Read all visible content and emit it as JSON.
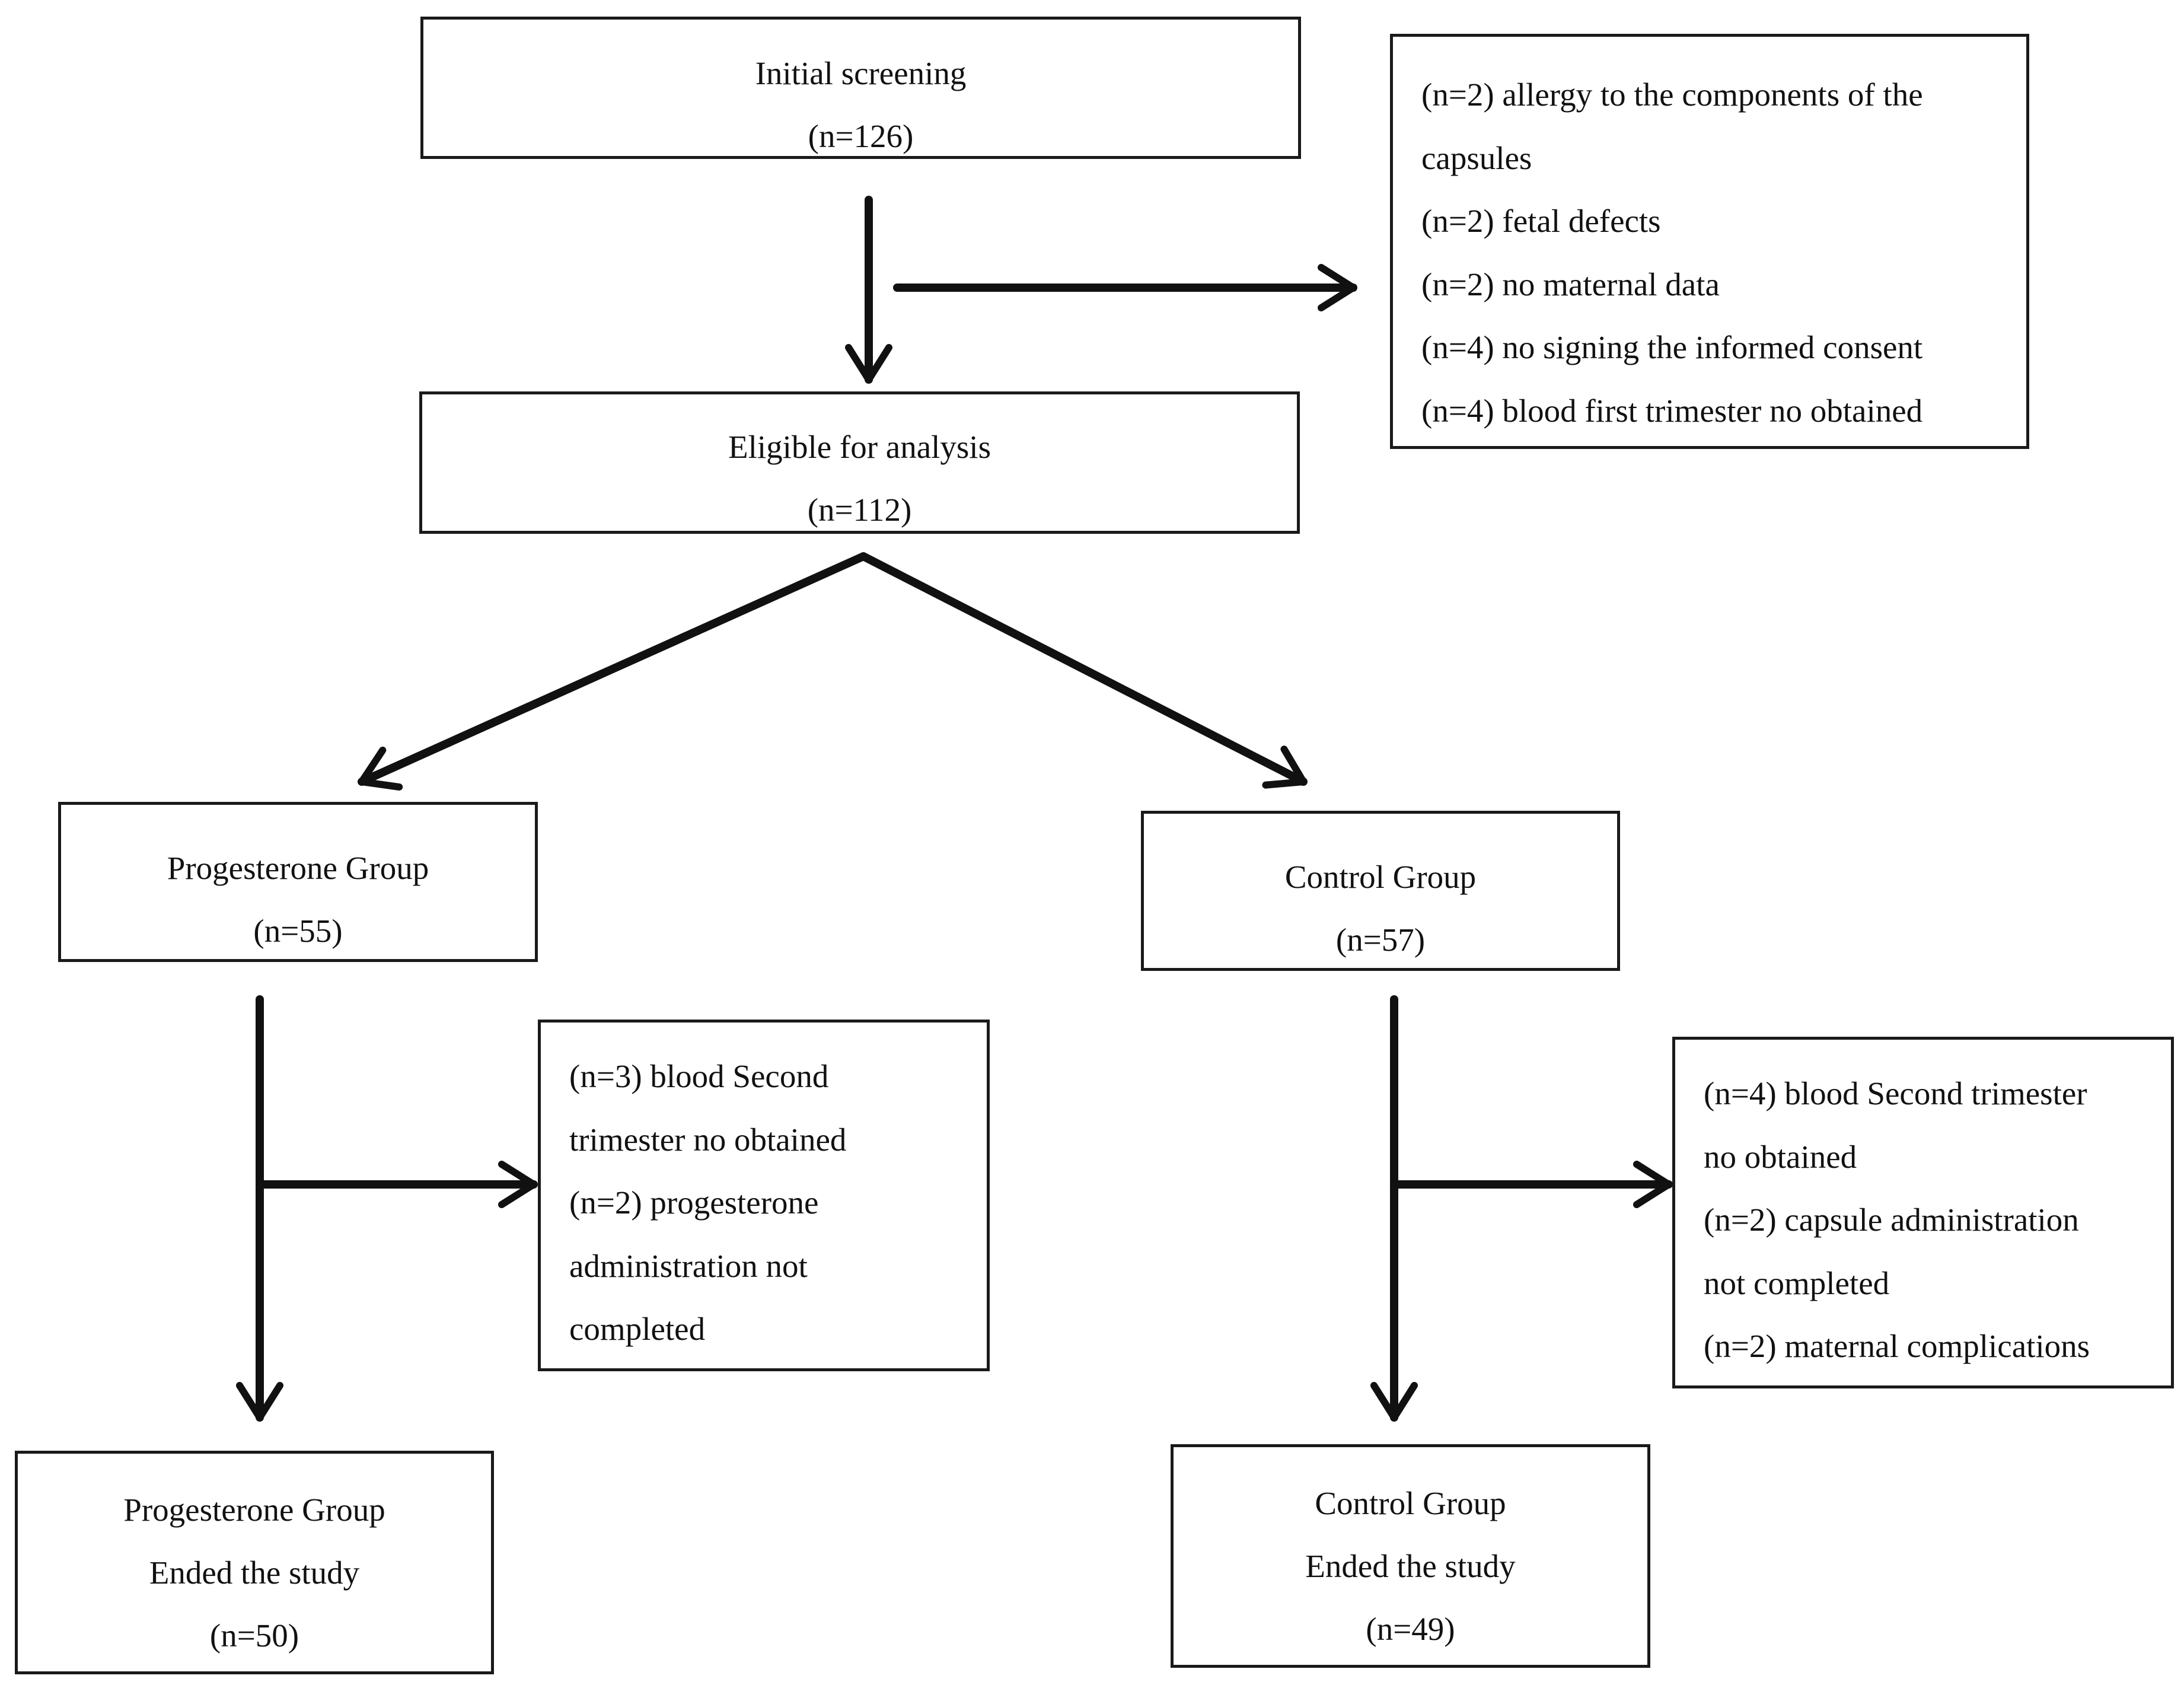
{
  "nodes": {
    "initial_screening": {
      "title": "Initial screening",
      "count": "(n=126)"
    },
    "eligible": {
      "title": "Eligible for analysis",
      "count": "(n=112)"
    },
    "progesterone_group": {
      "title": "Progesterone Group",
      "count": "(n=55)"
    },
    "control_group": {
      "title": "Control Group",
      "count": "(n=57)"
    },
    "progesterone_end": {
      "title": "Progesterone Group",
      "subtitle": "Ended the study",
      "count": "(n=50)"
    },
    "control_end": {
      "title": "Control Group",
      "subtitle": "Ended the study",
      "count": "(n=49)"
    }
  },
  "exclusions": {
    "initial": [
      "(n=2) allergy to the components of the",
      "capsules",
      "(n=2) fetal defects",
      "(n=2) no maternal data",
      "(n=4) no signing the informed consent",
      "(n=4) blood first trimester no obtained"
    ],
    "progesterone": [
      "(n=3) blood Second",
      "trimester no obtained",
      "(n=2) progesterone",
      "administration not",
      "completed"
    ],
    "control": [
      "(n=4) blood Second trimester",
      "no obtained",
      "(n=2) capsule administration",
      "not completed",
      "(n=2) maternal complications"
    ]
  },
  "colors": {
    "stroke": "#111111",
    "box_border": "#1a1a1a",
    "background": "#ffffff"
  }
}
